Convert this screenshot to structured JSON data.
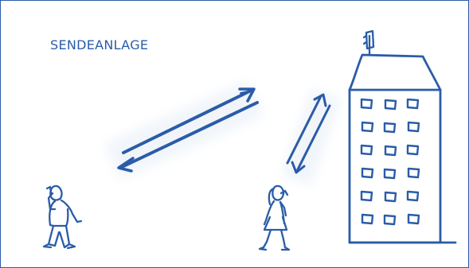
{
  "diagram": {
    "title": "SENDEANLAGE"
  },
  "colors": {
    "ink": "#2a5ca8",
    "highlight": "#f1f5fa",
    "frame": "#2a5ca8"
  },
  "figures": {
    "left_person": "person-with-phone-icon",
    "right_person": "walking-woman-with-phone-icon",
    "building": "apartment-building-icon",
    "antenna": "antenna-icon"
  },
  "building": {
    "window_rows": 6,
    "window_columns": 3
  }
}
